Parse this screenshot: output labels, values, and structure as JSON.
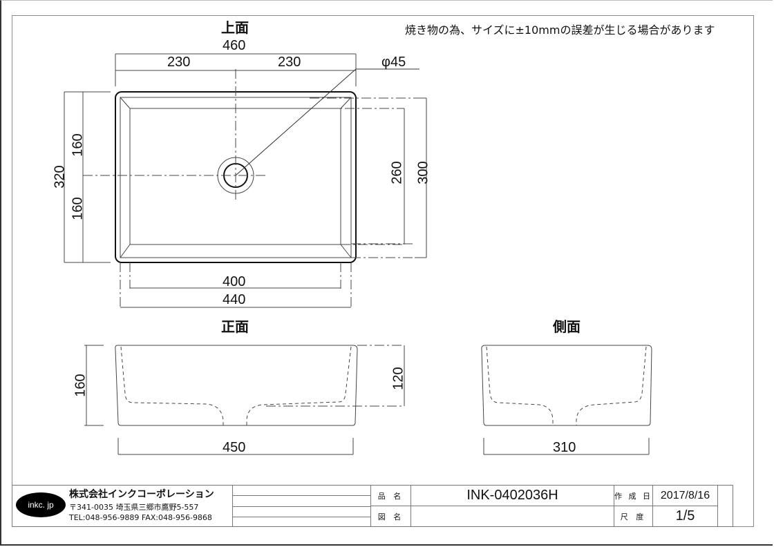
{
  "note": "焼き物の為、サイズに±10mmの誤差が生じる場合があります",
  "views": {
    "top": {
      "title": "上面",
      "dims": {
        "overall_width": "460",
        "half_left": "230",
        "half_right": "230",
        "drain_diameter": "φ45",
        "overall_depth": "320",
        "half_top": "160",
        "half_bottom": "160",
        "inner_depth": "260",
        "rim_depth": "300",
        "inner_width": "400",
        "rim_width": "440"
      }
    },
    "front": {
      "title": "正面",
      "dims": {
        "height": "160",
        "bowl_depth": "120",
        "width": "450"
      }
    },
    "side": {
      "title": "側面",
      "dims": {
        "width": "310"
      }
    }
  },
  "title_block": {
    "logo_text": "inkc. jp",
    "company": "株式会社インクコーポレーション",
    "address": "〒341-0035 埼玉県三郷市鷹野5-557",
    "contact": "TEL:048-956-9889  FAX:048-956-9868",
    "product_name_label": "品 名",
    "product_name": "INK-0402036H",
    "drawing_name_label": "図 名",
    "drawing_name": "",
    "created_label": "作 成 日",
    "created_date": "2017/8/16",
    "scale_label": "尺 度",
    "scale": "1/5"
  },
  "colors": {
    "line": "#111111",
    "frame": "#888888",
    "background": "#ffffff"
  }
}
